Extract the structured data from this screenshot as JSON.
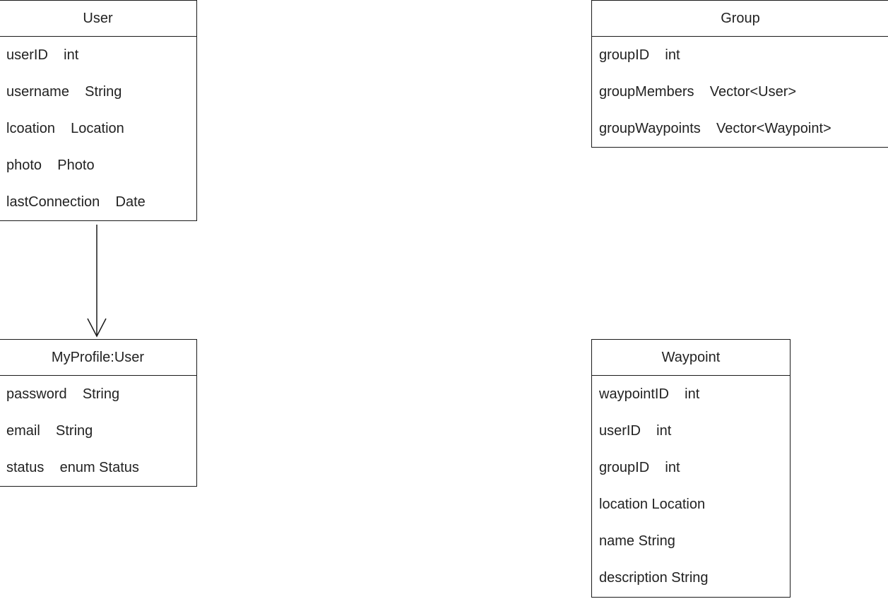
{
  "classes": {
    "user": {
      "name": "User",
      "attributes": [
        {
          "name": "userID",
          "type": "int",
          "gap": "    "
        },
        {
          "name": "username",
          "type": "String",
          "gap": "    "
        },
        {
          "name": "lcoation",
          "type": "Location",
          "gap": "    "
        },
        {
          "name": "photo",
          "type": "Photo",
          "gap": "    "
        },
        {
          "name": "lastConnection",
          "type": "Date",
          "gap": "    "
        }
      ]
    },
    "myprofile": {
      "name": "MyProfile:User",
      "attributes": [
        {
          "name": "password",
          "type": "String",
          "gap": "    "
        },
        {
          "name": "email",
          "type": "String",
          "gap": "    "
        },
        {
          "name": "status",
          "type": "enum Status",
          "gap": "    "
        }
      ]
    },
    "group": {
      "name": "Group",
      "attributes": [
        {
          "name": "groupID",
          "type": "int",
          "gap": "    "
        },
        {
          "name": "groupMembers",
          "type": "Vector<User>",
          "gap": "    "
        },
        {
          "name": "groupWaypoints",
          "type": "Vector<Waypoint>",
          "gap": "    "
        }
      ]
    },
    "waypoint": {
      "name": "Waypoint",
      "attributes": [
        {
          "name": "waypointID",
          "type": "int",
          "gap": "    "
        },
        {
          "name": "userID",
          "type": "int",
          "gap": "    "
        },
        {
          "name": "groupID",
          "type": "int",
          "gap": "    "
        },
        {
          "name": "location",
          "type": "Location",
          "gap": " "
        },
        {
          "name": "name",
          "type": "String",
          "gap": " "
        },
        {
          "name": "description",
          "type": "String",
          "gap": " "
        }
      ]
    }
  },
  "relations": [
    {
      "from": "user",
      "to": "myprofile",
      "kind": "directed-association"
    }
  ],
  "colors": {
    "line": "#1a1a1a",
    "text": "#222222",
    "background": "#ffffff"
  }
}
